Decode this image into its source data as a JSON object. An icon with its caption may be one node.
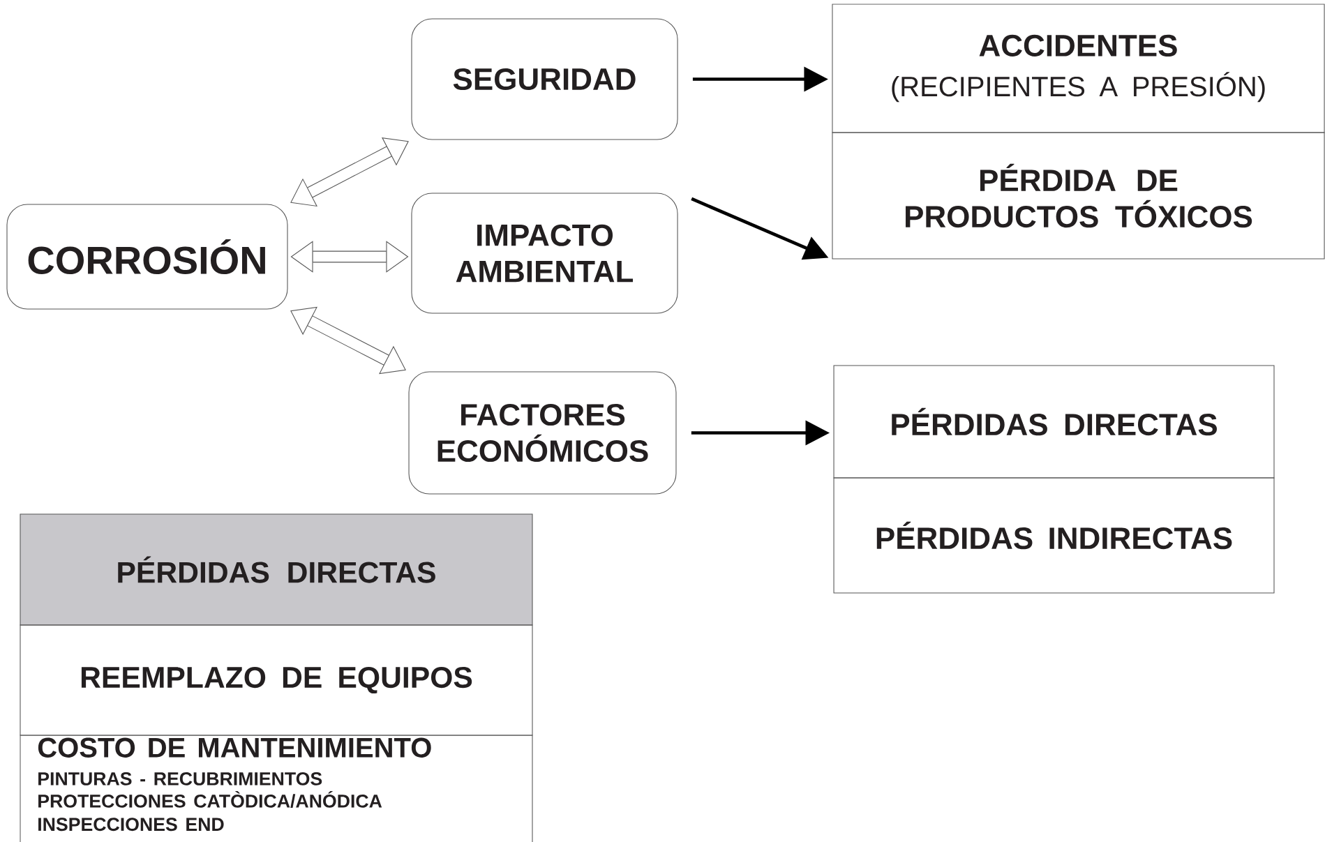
{
  "diagram": {
    "nodes": [
      {
        "text": [
          "CORROSIÓN"
        ]
      },
      {
        "text": [
          "SEGURIDAD"
        ]
      },
      {
        "text": [
          "IMPACTO AMBIENTAL"
        ]
      },
      {
        "text": [
          "FACTORES ECONÓMICOS"
        ]
      },
      {
        "text": [
          "ACCIDENTES",
          "(RECIPIENTES A PRESIÓN)"
        ]
      },
      {
        "text": [
          "PÉRDIDA DE PRODUCTOS TÓXICOS"
        ]
      },
      {
        "text": [
          "PÉRDIDAS DIRECTAS"
        ]
      },
      {
        "text": [
          "PÉRDIDAS INDIRECTAS"
        ]
      },
      {
        "text": [
          "PÉRDIDAS DIRECTAS"
        ]
      },
      {
        "text": [
          "REEMPLAZO DE EQUIPOS"
        ]
      },
      {
        "text": [
          "COSTO DE MANTENIMIENTO",
          "PINTURAS - RECUBRIMIENTOS",
          "PROTECCIONES CATÒDICA/ANÓDICA",
          "INSPECCIONES END"
        ]
      }
    ],
    "edges": [
      {
        "from": 0,
        "to": 1,
        "arrow": "both",
        "style": "thick"
      },
      {
        "from": 0,
        "to": 2,
        "arrow": "both",
        "style": "thick"
      },
      {
        "from": 0,
        "to": 3,
        "arrow": "both",
        "style": "thick"
      },
      {
        "from": 1,
        "to": 4,
        "arrow": "to"
      },
      {
        "from": 2,
        "to": 5,
        "arrow": "to"
      },
      {
        "from": 3,
        "to": 6,
        "arrow": "to"
      }
    ]
  }
}
